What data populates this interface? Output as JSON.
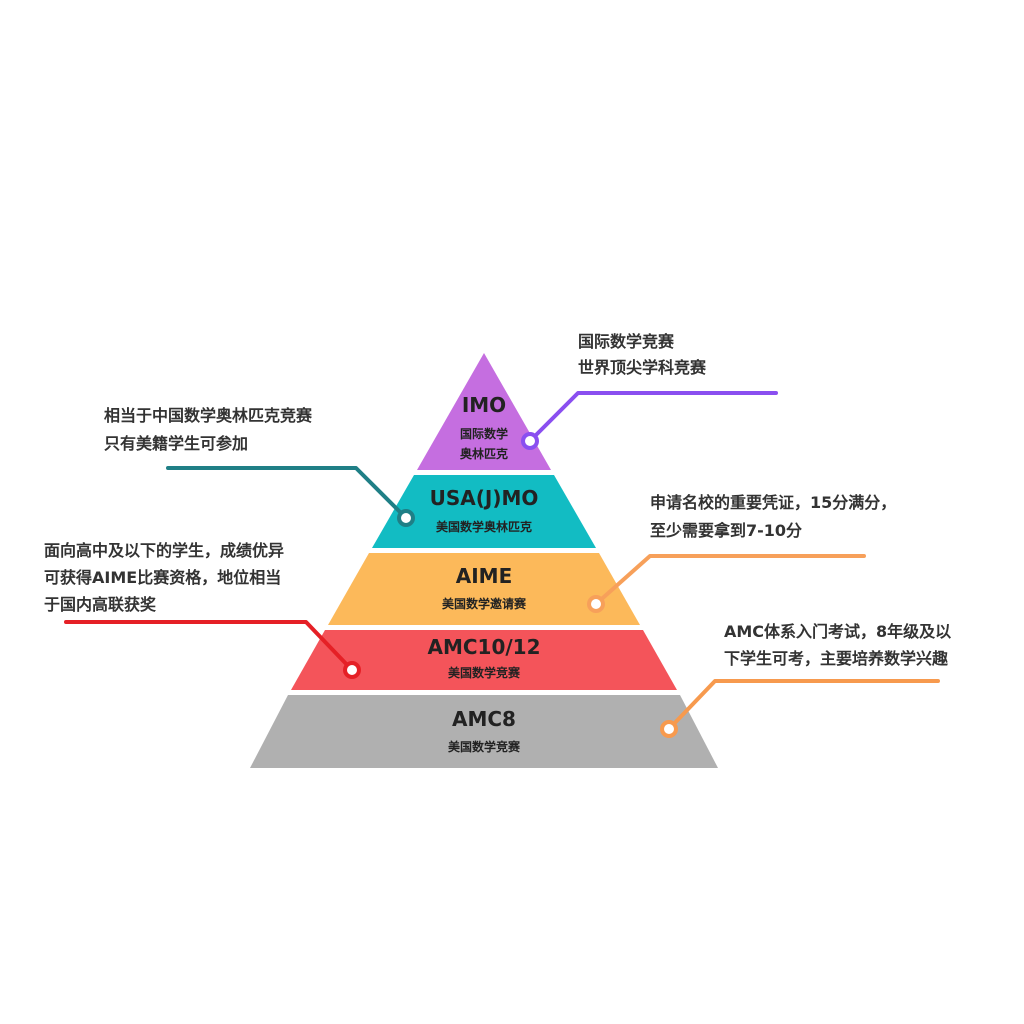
{
  "pyramid": {
    "levels": [
      {
        "key": "imo",
        "title": "IMO",
        "subtitle_lines": [
          "国际数学",
          "奥林匹克"
        ],
        "color": "#c56ee0"
      },
      {
        "key": "usajmo",
        "title": "USA(J)MO",
        "subtitle_lines": [
          "美国数学奥林匹克"
        ],
        "color": "#12bcc3"
      },
      {
        "key": "aime",
        "title": "AIME",
        "subtitle_lines": [
          "美国数学邀请赛"
        ],
        "color": "#fcb95a"
      },
      {
        "key": "amc1012",
        "title": "AMC10/12",
        "subtitle_lines": [
          "美国数学竞赛"
        ],
        "color": "#f4545a"
      },
      {
        "key": "amc8",
        "title": "AMC8",
        "subtitle_lines": [
          "美国数学竞赛"
        ],
        "color": "#b0b0b0"
      }
    ]
  },
  "annotations": [
    {
      "key": "imo",
      "lines": [
        "国际数学竞赛",
        "世界顶尖学科竞赛"
      ],
      "color": "#8a4ff0"
    },
    {
      "key": "usajmo",
      "lines": [
        "相当于中国数学奥林匹克竞赛",
        "只有美籍学生可参加"
      ],
      "color": "#1f7f86"
    },
    {
      "key": "aime",
      "lines": [
        "申请名校的重要凭证，15分满分，",
        "至少需要拿到7-10分"
      ],
      "color": "#f7a05a"
    },
    {
      "key": "amc1012",
      "lines": [
        "面向高中及以下的学生，成绩优异",
        "可获得AIME比赛资格，地位相当",
        "于国内高联获奖"
      ],
      "color": "#e52026"
    },
    {
      "key": "amc8",
      "lines": [
        "AMC体系入门考试，8年级及以",
        "下学生可考，主要培养数学兴趣"
      ],
      "color": "#f79a4e"
    }
  ]
}
